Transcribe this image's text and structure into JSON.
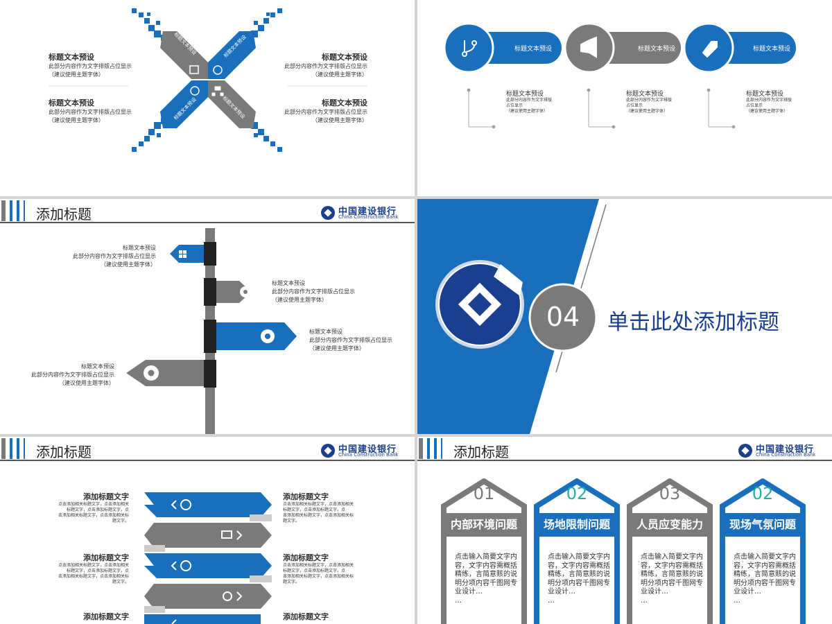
{
  "colors": {
    "blue": "#1a6fbd",
    "gray": "#7a7a7a",
    "dark": "#333333",
    "teal": "#27b0a0",
    "navy": "#1b3f8f"
  },
  "slide1": {
    "items": [
      {
        "title": "标题文本预设",
        "desc1": "此部分内容作为文字排版占位显示",
        "desc2": "（建议使用主题字体）"
      },
      {
        "title": "标题文本预设",
        "desc1": "此部分内容作为文字排版占位显示",
        "desc2": "（建议使用主题字体）"
      },
      {
        "title": "标题文本预设",
        "desc1": "此部分内容作为文字排版占位显示",
        "desc2": "（建议使用主题字体）"
      },
      {
        "title": "标题文本预设",
        "desc1": "此部分内容作为文字排版占位显示",
        "desc2": "（建议使用主题字体）"
      }
    ],
    "arrow_label": "标题文本预设",
    "icons": [
      "calendar-icon",
      "globe-icon",
      "compass-icon",
      "org-chart-icon"
    ]
  },
  "slide2": {
    "pills": [
      {
        "label": "标题文本预设",
        "icon": "branch-icon",
        "color": "blue"
      },
      {
        "label": "标题文本预设",
        "icon": "megaphone-icon",
        "color": "gray"
      },
      {
        "label": "标题文本预设",
        "icon": "tag-icon",
        "color": "blue"
      }
    ],
    "items": [
      {
        "title": "标题文本预设",
        "l1": "此部分内容作为文字排版",
        "l2": "占位显示",
        "l3": "（建议使用主题字体）"
      },
      {
        "title": "标题文本预设",
        "l1": "此部分内容作为文字排版",
        "l2": "占位显示",
        "l3": "（建议使用主题字体）"
      },
      {
        "title": "标题文本预设",
        "l1": "此部分内容作为文字排版",
        "l2": "占位显示",
        "l3": "（建议使用主题字体）"
      }
    ]
  },
  "header": {
    "title": "添加标题",
    "logo_cn": "中国建设银行",
    "logo_en": "China Construction Bank"
  },
  "slide3": {
    "signs": [
      {
        "title": "标题文本预设",
        "desc1": "此部分内容作为文字排版占位显示",
        "desc2": "（建议使用主题字体）",
        "icon": "windows-icon"
      },
      {
        "title": "标题文本预设",
        "desc1": "此部分内容作为文字排版占位显示",
        "desc2": "（建议使用主题字体）",
        "icon": "apple-icon"
      },
      {
        "title": "标题文本预设",
        "desc1": "此部分内容作为文字排版占位显示",
        "desc2": "（建议使用主题字体）",
        "icon": "aperture-icon"
      },
      {
        "title": "标题文本预设",
        "desc1": "此部分内容作为文字排版占位显示",
        "desc2": "（建议使用主题字体）",
        "icon": "gear-icon"
      }
    ]
  },
  "slide4": {
    "number": "04",
    "title": "单击此处添加标题"
  },
  "slide5": {
    "items": [
      {
        "title": "添加标题文字",
        "l1": "点击添加相关标题文字，点击添加相关",
        "l2": "标题文字，点击添加标题文字，点",
        "l3": "击添加相关标题文字，点击添加相关标",
        "l4": "题文字。"
      },
      {
        "title": "添加标题文字",
        "l1": "点击添加相关标题文字，点击添加相关",
        "l2": "标题文字，点击添加标题文字，点",
        "l3": "击添加相关标题文字，点击添加相关标",
        "l4": "题文字。"
      },
      {
        "title": "添加标题文字",
        "l1": "点击添加相关标题文字，点击添加相关",
        "l2": "标题文字，点击添加标题文字，点",
        "l3": "击添加相关标题文字，点击添加相关标",
        "l4": "题文字。"
      },
      {
        "title": "添加标题文字",
        "l1": "点击添加相关标题文字，点击添加相关",
        "l2": "标题文字，点击添加标题文字，点",
        "l3": "击添加相关标题文字，点击添加相关标",
        "l4": "题文字。"
      },
      {
        "title": "添加标题文字"
      },
      {
        "title": "添加标题文字"
      }
    ]
  },
  "slide6": {
    "cards": [
      {
        "num": "01",
        "head": "内部环境问题",
        "body": "点击输入简要文字内容，文字内容需概括精练，言简意赅的说明分项内容千图网专业设计…\n…",
        "color": "gray",
        "numcolor": "gray"
      },
      {
        "num": "02",
        "head": "场地限制问题",
        "body": "点击输入简要文字内容，文字内容需概括精练，言简意赅的说明分项内容千图网专业设计…\n…",
        "color": "blue",
        "numcolor": "teal"
      },
      {
        "num": "03",
        "head": "人员应变能力",
        "body": "点击输入简要文字内容，文字内容需概括精练，言简意赅的说明分项内容千图网专业设计…\n…",
        "color": "gray",
        "numcolor": "gray"
      },
      {
        "num": "02",
        "head": "现场气氛问题",
        "body": "点击输入简要文字内容，文字内容需概括精练，言简意赅的说明分项内容千图网专业设计…\n…",
        "color": "blue",
        "numcolor": "teal"
      }
    ]
  }
}
